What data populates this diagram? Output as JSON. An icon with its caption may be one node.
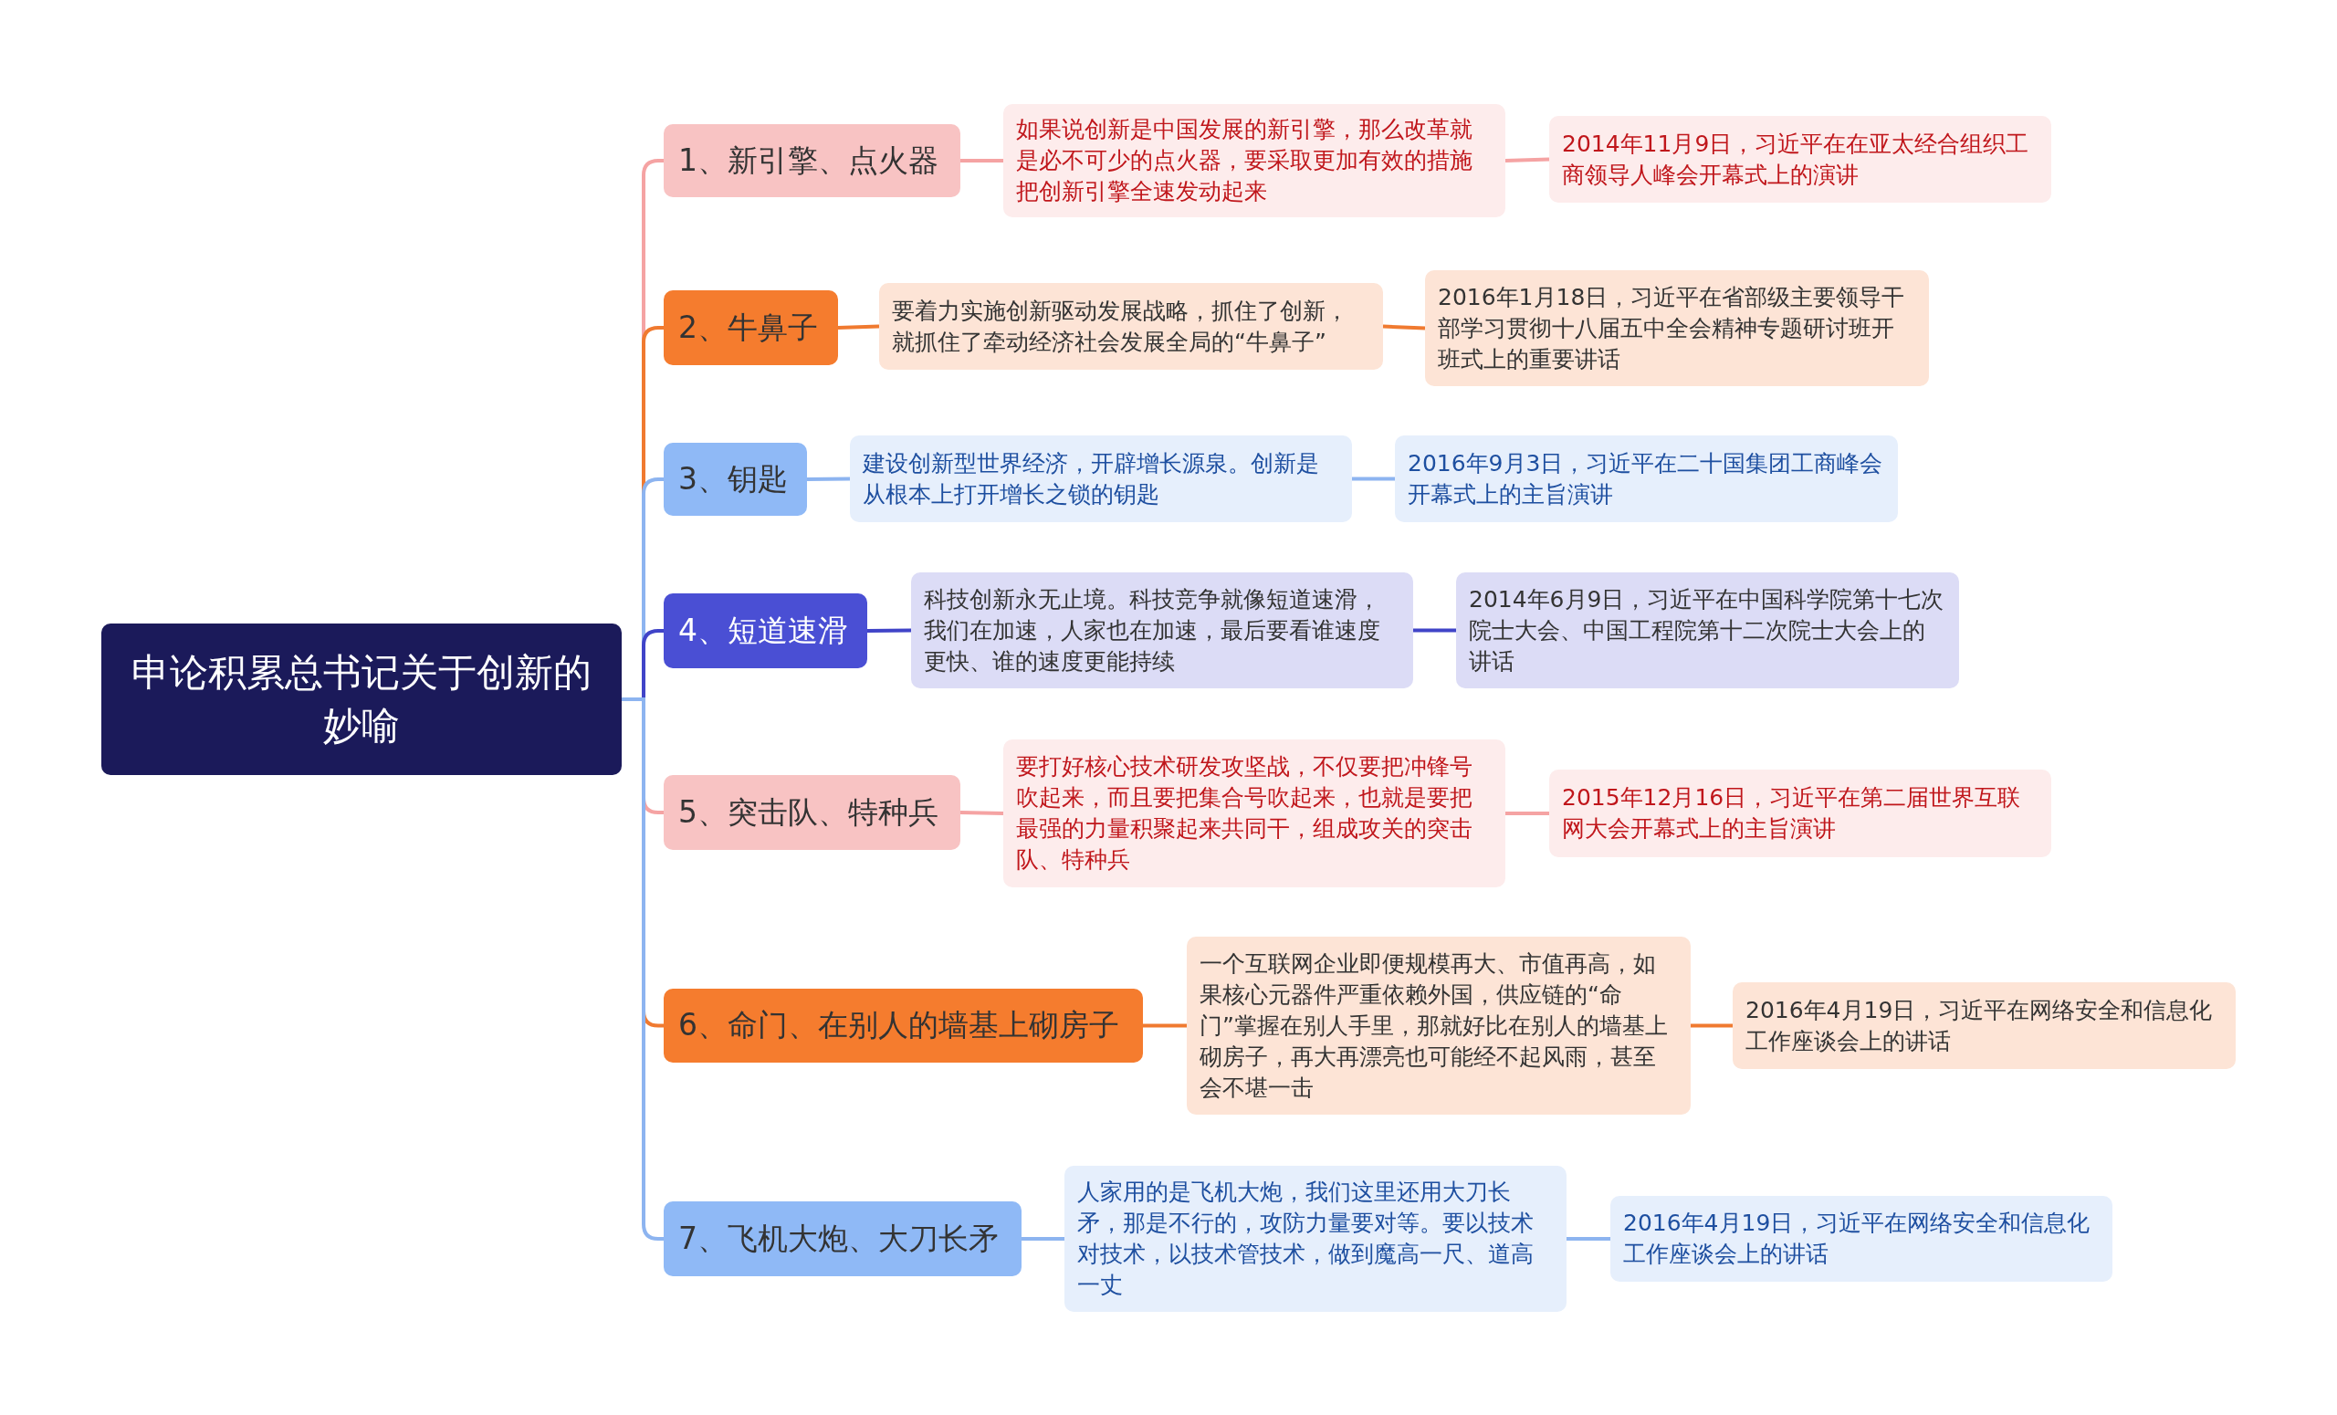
{
  "diagram": {
    "nodes": [
      {
        "text": [
          "申论积累总书记关于创新的妙喻"
        ]
      },
      {
        "text": [
          "1、新引擎、点火器"
        ]
      },
      {
        "text": [
          "如果说创新是中国发展的新引擎，那么改革就是必不可少的点火器，要采取更加有效的措施把创新引擎全速发动起来"
        ]
      },
      {
        "text": [
          "2014年11月9日，习近平在在亚太经合组织工商领导人峰会开幕式上的演讲"
        ]
      },
      {
        "text": [
          "2、牛鼻子"
        ]
      },
      {
        "text": [
          "要着力实施创新驱动发展战略，抓住了创新，就抓住了牵动经济社会发展全局的“牛鼻子”"
        ]
      },
      {
        "text": [
          "2016年1月18日，习近平在省部级主要领导干部学习贯彻十八届五中全会精神专题研讨班开班式上的重要讲话"
        ]
      },
      {
        "text": [
          "3、钥匙"
        ]
      },
      {
        "text": [
          "建设创新型世界经济，开辟增长源泉。创新是从根本上打开增长之锁的钥匙"
        ]
      },
      {
        "text": [
          "2016年9月3日，习近平在二十国集团工商峰会开幕式上的主旨演讲"
        ]
      },
      {
        "text": [
          "4、短道速滑"
        ]
      },
      {
        "text": [
          "科技创新永无止境。科技竞争就像短道速滑，我们在加速，人家也在加速，最后要看谁速度更快、谁的速度更能持续"
        ]
      },
      {
        "text": [
          "2014年6月9日，习近平在中国科学院第十七次院士大会、中国工程院第十二次院士大会上的讲话"
        ]
      },
      {
        "text": [
          "5、突击队、特种兵"
        ]
      },
      {
        "text": [
          "要打好核心技术研发攻坚战，不仅要把冲锋号吹起来，而且要把集合号吹起来，也就是要把最强的力量积聚起来共同干，组成攻关的突击队、特种兵"
        ]
      },
      {
        "text": [
          "2015年12月16日，习近平在第二届世界互联网大会开幕式上的主旨演讲"
        ]
      },
      {
        "text": [
          "6、命门、在别人的墙基上砌房子"
        ]
      },
      {
        "text": [
          "一个互联网企业即便规模再大、市值再高，如果核心元器件严重依赖外国，供应链的“命门”掌握在别人手里，那就好比在别人的墙基上砌房子，再大再漂亮也可能经不起风雨，甚至会不堪一击"
        ]
      },
      {
        "text": [
          "2016年4月19日，习近平在网络安全和信息化工作座谈会上的讲话"
        ]
      },
      {
        "text": [
          "7、飞机大炮、大刀长矛"
        ]
      },
      {
        "text": [
          "人家用的是飞机大炮，我们这里还用大刀长矛，那是不行的，攻防力量要对等。要以技术对技术，以技术管技术，做到魔高一尺、道高一丈"
        ]
      },
      {
        "text": [
          "2016年4月19日，习近平在网络安全和信息化工作座谈会上的讲话"
        ]
      }
    ],
    "edges": [
      {
        "from": 0,
        "to": 1,
        "arrow": "none",
        "color": "#f5a3a3"
      },
      {
        "from": 1,
        "to": 2,
        "arrow": "none",
        "color": "#f5a3a3"
      },
      {
        "from": 2,
        "to": 3,
        "arrow": "none",
        "color": "#f5a3a3"
      },
      {
        "from": 0,
        "to": 4,
        "arrow": "none",
        "color": "#f07a30"
      },
      {
        "from": 4,
        "to": 5,
        "arrow": "none",
        "color": "#f07a30"
      },
      {
        "from": 5,
        "to": 6,
        "arrow": "none",
        "color": "#f07a30"
      },
      {
        "from": 0,
        "to": 7,
        "arrow": "none",
        "color": "#8db4f0"
      },
      {
        "from": 7,
        "to": 8,
        "arrow": "none",
        "color": "#8db4f0"
      },
      {
        "from": 8,
        "to": 9,
        "arrow": "none",
        "color": "#8db4f0"
      },
      {
        "from": 0,
        "to": 10,
        "arrow": "none",
        "color": "#4044c8"
      },
      {
        "from": 10,
        "to": 11,
        "arrow": "none",
        "color": "#4044c8"
      },
      {
        "from": 11,
        "to": 12,
        "arrow": "none",
        "color": "#4044c8"
      },
      {
        "from": 0,
        "to": 13,
        "arrow": "none",
        "color": "#f5a3a3"
      },
      {
        "from": 13,
        "to": 14,
        "arrow": "none",
        "color": "#f5a3a3"
      },
      {
        "from": 14,
        "to": 15,
        "arrow": "none",
        "color": "#f5a3a3"
      },
      {
        "from": 0,
        "to": 16,
        "arrow": "none",
        "color": "#f07a30"
      },
      {
        "from": 16,
        "to": 17,
        "arrow": "none",
        "color": "#f07a30"
      },
      {
        "from": 17,
        "to": 18,
        "arrow": "none",
        "color": "#f07a30"
      },
      {
        "from": 0,
        "to": 19,
        "arrow": "none",
        "color": "#8db4f0"
      },
      {
        "from": 19,
        "to": 20,
        "arrow": "none",
        "color": "#8db4f0"
      },
      {
        "from": 20,
        "to": 21,
        "arrow": "none",
        "color": "#8db4f0"
      }
    ]
  }
}
